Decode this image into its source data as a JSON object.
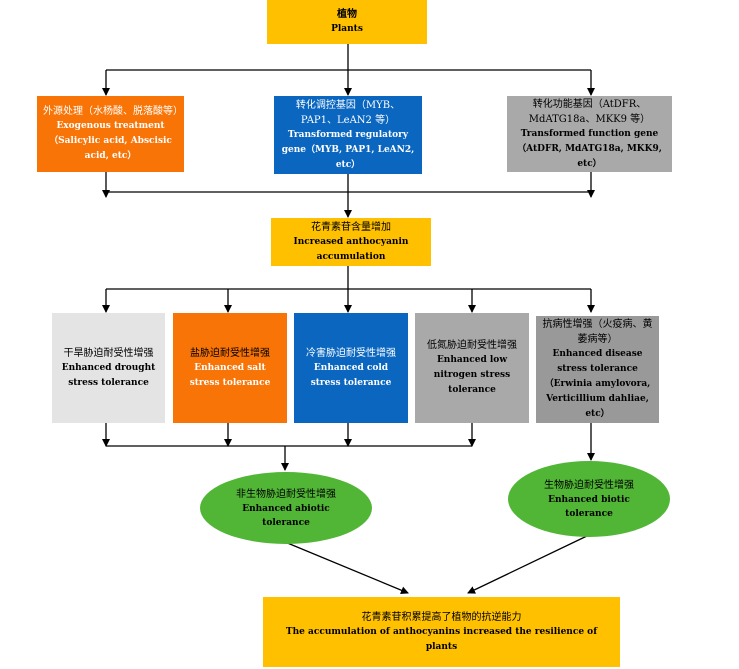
{
  "plants": {
    "zh": "植物",
    "en": "Plants"
  },
  "exogenous": {
    "zh": "外源处理（水杨酸、脱落酸等）",
    "en": "Exogenous treatment（Salicylic acid, Abscisic acid, etc）"
  },
  "regulatory": {
    "zh": "转化调控基因（MYB、PAP1、LeAN2 等）",
    "en": "Transformed regulatory gene（MYB, PAP1, LeAN2, etc）"
  },
  "function": {
    "zh": "转化功能基因（AtDFR、MdATG18a、MKK9 等）",
    "en": "Transformed function gene（AtDFR, MdATG18a, MKK9, etc）"
  },
  "anthocyanin": {
    "zh": "花青素苷含量增加",
    "en": "Increased anthocyanin accumulation"
  },
  "drought": {
    "zh": "干旱胁迫耐受性增强",
    "en": "Enhanced drought stress tolerance"
  },
  "salt": {
    "zh": "盐胁迫耐受性增强",
    "en": "Enhanced salt stress tolerance"
  },
  "cold": {
    "zh": "冷害胁迫耐受性增强",
    "en": "Enhanced cold stress tolerance"
  },
  "nitrogen": {
    "zh": "低氮胁迫耐受性增强",
    "en": "Enhanced low nitrogen stress tolerance"
  },
  "disease": {
    "zh": "抗病性增强（火疫病、黄萎病等）",
    "en": "Enhanced disease stress tolerance（Erwinia amylovora, Verticillium dahliae, etc）"
  },
  "abiotic": {
    "zh": "非生物胁迫耐受性增强",
    "en": "Enhanced abiotic tolerance"
  },
  "biotic": {
    "zh": "生物胁迫耐受性增强",
    "en": "Enhanced biotic tolerance"
  },
  "final": {
    "zh": "花青素苷积累提高了植物的抗逆能力",
    "en": "The accumulation of anthocyanins increased the resilience of plants"
  },
  "colors": {
    "yellow": "#ffc000",
    "orange": "#f97407",
    "blue": "#0a66bf",
    "gray": "#a9a9a9",
    "lightgray": "#e4e4e4",
    "green": "#51b535"
  }
}
